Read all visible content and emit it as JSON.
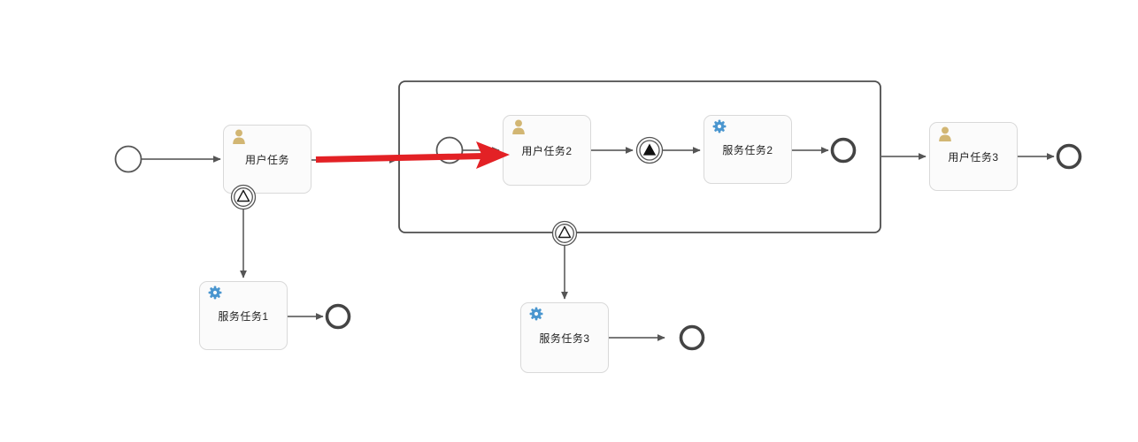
{
  "colors": {
    "background": "#ffffff",
    "flow_line": "#666666",
    "arrowhead": "#555555",
    "task_fill": "#fbfbfb",
    "task_border": "#d9d9d9",
    "event_stroke": "#4d4d4d",
    "end_event_stroke": "#444444",
    "user_icon": "#d2b673",
    "gear_icon": "#4a96cf",
    "red_arrow": "#e32125",
    "label_text": "#222222"
  },
  "nodes": {
    "start_event": {
      "type": "start-event"
    },
    "user_task_1": {
      "label": "用户任务",
      "type": "user-task",
      "icon": "user-icon"
    },
    "boundary_event_1": {
      "type": "signal-boundary-event"
    },
    "service_task_1": {
      "label": "服务任务1",
      "type": "service-task",
      "icon": "gear-icon"
    },
    "end_event_1": {
      "type": "end-event"
    },
    "subprocess": {
      "type": "expanded-subprocess"
    },
    "subprocess_start_event": {
      "type": "start-event"
    },
    "user_task_2": {
      "label": "用户任务2",
      "type": "user-task",
      "icon": "user-icon"
    },
    "signal_throw_event": {
      "type": "signal-intermediate-throw-event"
    },
    "service_task_2": {
      "label": "服务任务2",
      "type": "service-task",
      "icon": "gear-icon"
    },
    "end_event_2": {
      "type": "end-event"
    },
    "boundary_event_2": {
      "type": "signal-boundary-event"
    },
    "service_task_3": {
      "label": "服务任务3",
      "type": "service-task",
      "icon": "gear-icon"
    },
    "end_event_3": {
      "type": "end-event"
    },
    "user_task_3": {
      "label": "用户任务3",
      "type": "user-task",
      "icon": "user-icon"
    },
    "end_event_4": {
      "type": "end-event"
    }
  },
  "annotation": {
    "red_arrow": {
      "description": "red highlight arrow pointing from 用户任务 into 用户任务2"
    }
  }
}
